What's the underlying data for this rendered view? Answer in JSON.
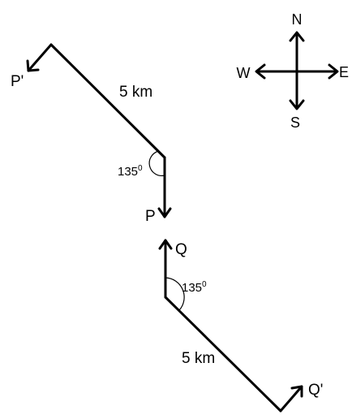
{
  "compass": {
    "north": "N",
    "south": "S",
    "east": "E",
    "west": "W"
  },
  "upper_path": {
    "distance_label": "5 km",
    "angle_value": "135",
    "angle_degree": "0",
    "start_point": "P",
    "end_point": "P'"
  },
  "lower_path": {
    "distance_label": "5 km",
    "angle_value": "135",
    "angle_degree": "0",
    "start_point": "Q",
    "end_point": "Q'"
  },
  "colors": {
    "ink": "#000000",
    "background": "#ffffff"
  }
}
